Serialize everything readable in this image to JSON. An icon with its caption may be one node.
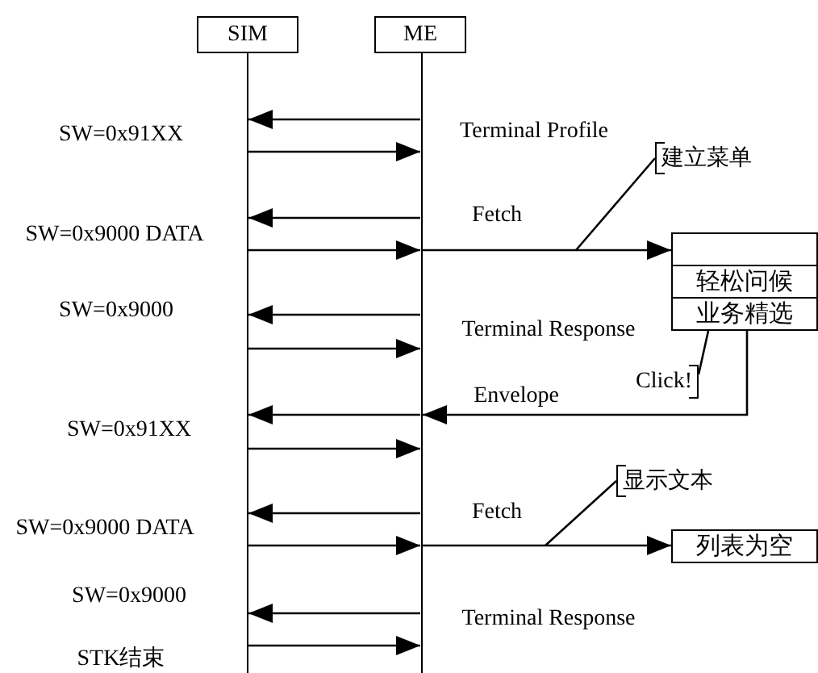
{
  "diagram": {
    "nodes": [
      {
        "text": [
          "SIM"
        ]
      },
      {
        "text": [
          "ME"
        ]
      },
      {
        "text": [],
        "shape": "bar"
      },
      {
        "text": [],
        "shape": "bar"
      },
      {
        "text": [
          "建立菜单"
        ]
      },
      {
        "text": [],
        "shape": "box"
      },
      {
        "text": [
          "轻松问候"
        ]
      },
      {
        "text": [
          "业务精选"
        ]
      },
      {
        "text": [
          "Click!"
        ]
      },
      {
        "text": [
          "显示文本"
        ]
      },
      {
        "text": [
          "列表为空"
        ]
      }
    ],
    "edges": [
      {
        "from": 3,
        "to": 2,
        "arrow": "to"
      },
      {
        "from": 2,
        "to": 3,
        "arrow": "to"
      },
      {
        "from": 3,
        "to": 2,
        "arrow": "to"
      },
      {
        "from": 2,
        "to": 3,
        "arrow": "to"
      },
      {
        "from": 3,
        "to": 5,
        "arrow": "to"
      },
      {
        "from": 4,
        "to": null,
        "arrow": "none"
      },
      {
        "from": 3,
        "to": 2,
        "arrow": "to"
      },
      {
        "from": 2,
        "to": 3,
        "arrow": "to"
      },
      {
        "from": 8,
        "to": 7,
        "arrow": "none"
      },
      {
        "from": 7,
        "to": 3,
        "arrow": "to"
      },
      {
        "from": 3,
        "to": 2,
        "arrow": "to"
      },
      {
        "from": 2,
        "to": 3,
        "arrow": "to"
      },
      {
        "from": 3,
        "to": 2,
        "arrow": "to"
      },
      {
        "from": 2,
        "to": 3,
        "arrow": "to"
      },
      {
        "from": 3,
        "to": 10,
        "arrow": "to"
      },
      {
        "from": 9,
        "to": null,
        "arrow": "none"
      },
      {
        "from": 3,
        "to": 2,
        "arrow": "to"
      },
      {
        "from": 2,
        "to": 3,
        "arrow": "to"
      }
    ],
    "labels": [
      "SW=0x91XX",
      "Terminal Profile",
      "Fetch",
      "SW=0x9000 DATA",
      "SW=0x9000",
      "Terminal Response",
      "Envelope",
      "SW=0x91XX",
      "Fetch",
      "SW=0x9000 DATA",
      "SW=0x9000",
      "Terminal Response",
      "STK结束"
    ]
  }
}
